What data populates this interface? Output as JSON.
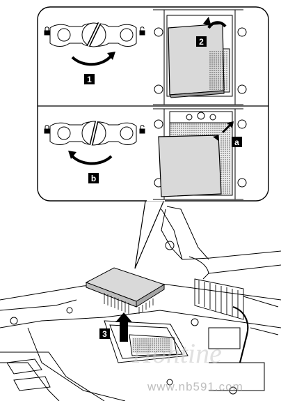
{
  "step_labels": {
    "step1": "1",
    "step2": "2",
    "step3": "3",
    "step_a": "a",
    "step_b": "b"
  },
  "watermark": {
    "logo": "Hontine",
    "url": "www.nb591.com"
  },
  "colors": {
    "line": "#000000",
    "panel_fill": "#ffffff",
    "cpu_fill": "#d9d9d9",
    "label_fill": "#000000"
  },
  "icons": [
    "lock-icon",
    "unlock-icon",
    "rotate-arrow-icon",
    "lift-arrow-icon"
  ]
}
